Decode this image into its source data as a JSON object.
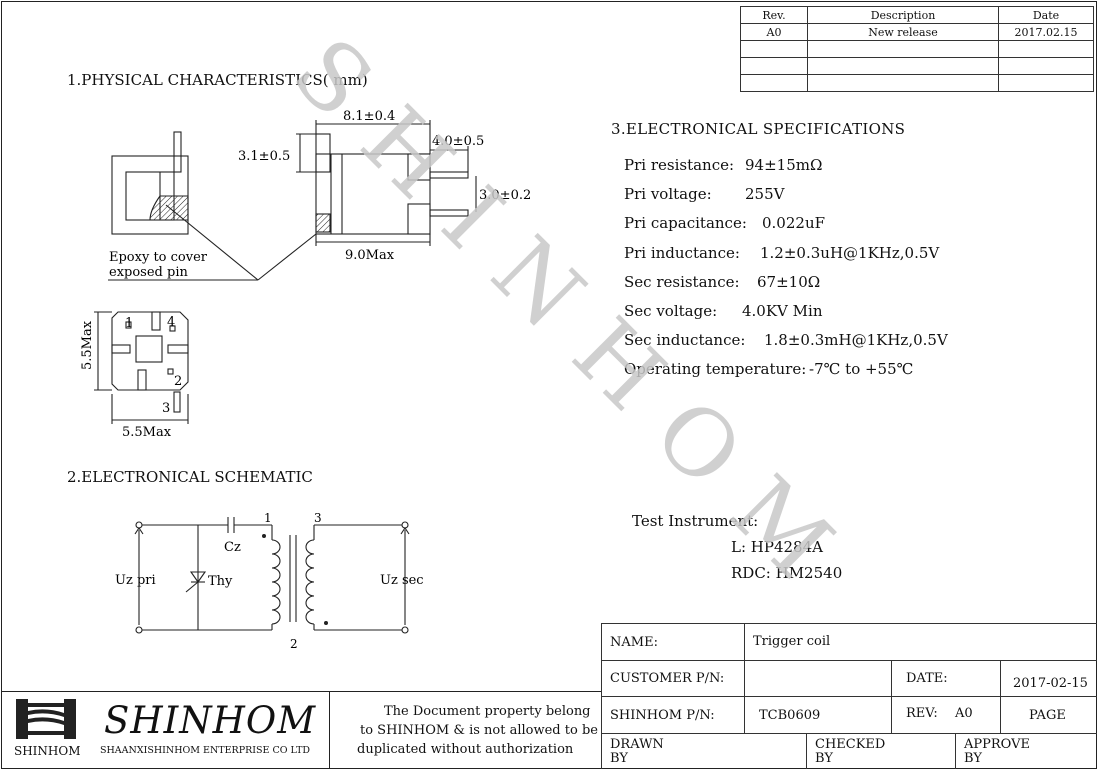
{
  "revision_table": {
    "headers": [
      "Rev.",
      "Description",
      "Date"
    ],
    "rows": [
      [
        "A0",
        "New release",
        "2017.02.15"
      ],
      [
        "",
        "",
        ""
      ],
      [
        "",
        "",
        ""
      ],
      [
        "",
        "",
        ""
      ]
    ]
  },
  "sections": {
    "physical": "1.PHYSICAL CHARACTERISTICS( mm)",
    "schematic": "2.ELECTRONICAL SCHEMATIC",
    "specs": "3.ELECTRONICAL  SPECIFICATIONS"
  },
  "dimensions": {
    "top_width": "8.1±0.4",
    "pin_len": "4.0±0.5",
    "height": "3.1±0.5",
    "pin_pitch": "3.0±0.2",
    "body_len": "9.0Max",
    "footprint_h": "5.5Max",
    "footprint_w": "5.5Max",
    "epoxy_note_1": "Epoxy to cover",
    "epoxy_note_2": "exposed pin",
    "pin1": "1",
    "pin2": "2",
    "pin3": "3",
    "pin4": "4"
  },
  "specs": [
    {
      "label": "Pri resistance:",
      "value": "94±15mΩ"
    },
    {
      "label": "Pri voltage:",
      "value": "255V"
    },
    {
      "label": "Pri capacitance:",
      "value": "0.022uF"
    },
    {
      "label": "Pri inductance:",
      "value": "1.2±0.3uH@1KHz,0.5V"
    },
    {
      "label": "Sec resistance:",
      "value": "67±10Ω"
    },
    {
      "label": "Sec voltage:",
      "value": "4.0KV Min"
    },
    {
      "label": "Sec inductance:",
      "value": "1.8±0.3mH@1KHz,0.5V"
    },
    {
      "label": "Operating temperature:",
      "value": "-7℃ to +55℃"
    }
  ],
  "test_instrument": {
    "title": "Test Instrument:",
    "l": "L:  HP4284A",
    "rdc": "RDC: HM2540"
  },
  "schematic": {
    "uz_pri": "Uz pri",
    "uz_sec": "Uz sec",
    "cz": "Cz",
    "thy": "Thy",
    "p1": "1",
    "p2": "2",
    "p3": "3"
  },
  "watermark": "SHINHOM",
  "company": {
    "logo_text": "SHINHOM",
    "name": "SHINHOM",
    "full_name": "SHAANXISHINHOM ENTERPRISE CO LTD",
    "notice": [
      "The Document property belong",
      "to SHINHOM & is not allowed to be",
      "duplicated without authorization"
    ]
  },
  "title_block": {
    "name_label": "NAME:",
    "name_value": "Trigger coil",
    "customer_pn_label": "CUSTOMER P/N:",
    "customer_pn_value": "",
    "date_label": "DATE:",
    "date_value": "2017-02-15",
    "shinhom_pn_label": "SHINHOM P/N:",
    "shinhom_pn_value": "TCB0609",
    "rev_label": "REV:",
    "rev_value": "A0",
    "page_label": "PAGE",
    "drawn_by": "DRAWN\nBY",
    "checked_by": "CHECKED\nBY",
    "approve_by": "APPROVE\nBY"
  }
}
